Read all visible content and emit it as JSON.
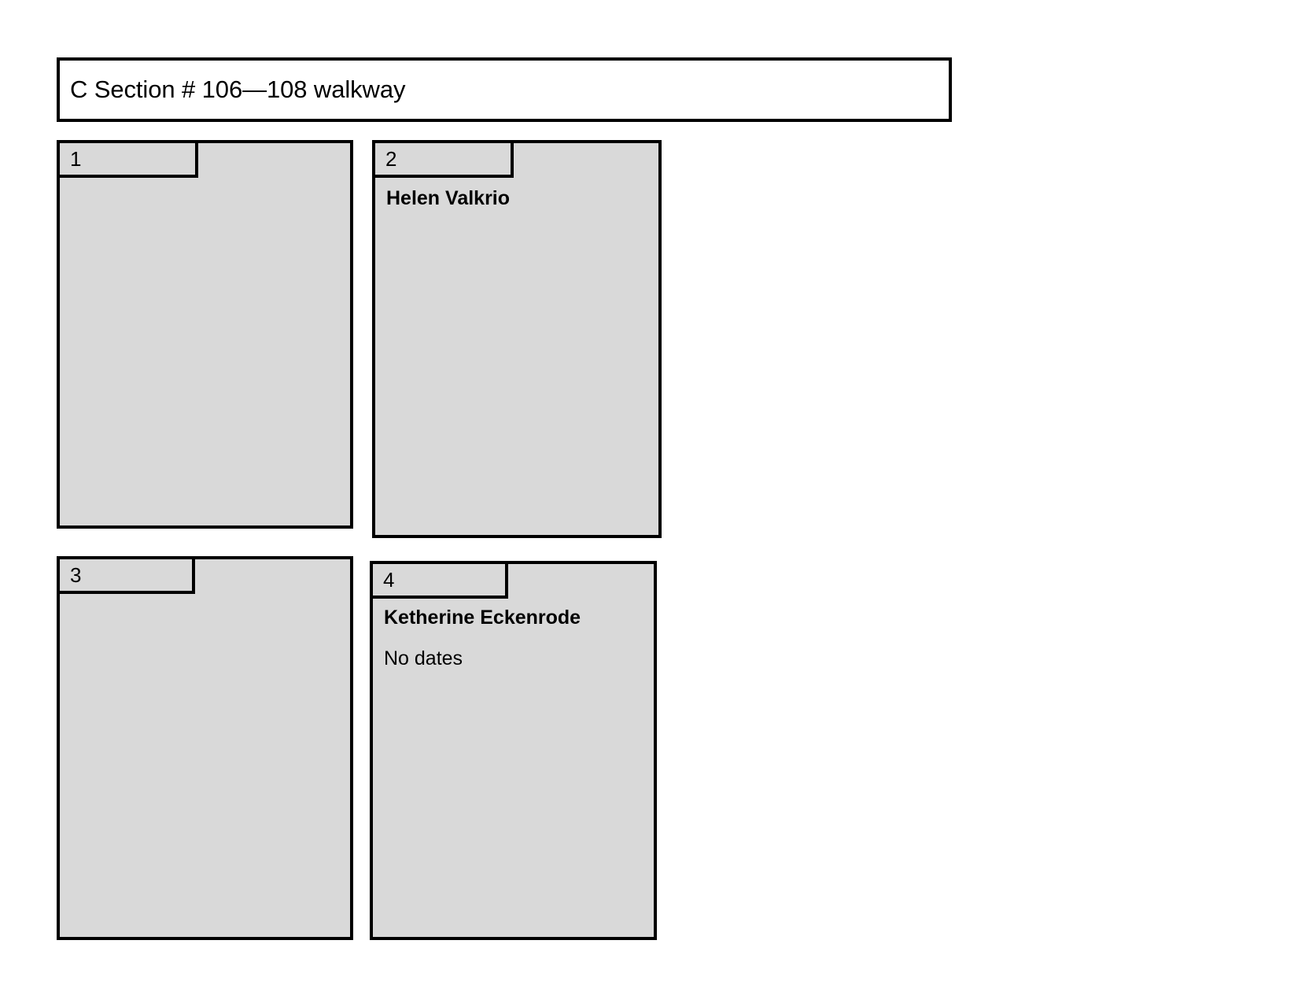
{
  "document": {
    "section_title": "C Section # 106—108 walkway",
    "background_color": "#FFFFFF",
    "panel_fill_color": "#D9D9D9",
    "border_color": "#000000"
  },
  "plots": [
    {
      "number": "1",
      "name": "",
      "note": ""
    },
    {
      "number": "2",
      "name": "Helen Valkrio",
      "note": ""
    },
    {
      "number": "3",
      "name": "",
      "note": ""
    },
    {
      "number": "4",
      "name": "Ketherine Eckenrode",
      "note": "No dates"
    }
  ]
}
